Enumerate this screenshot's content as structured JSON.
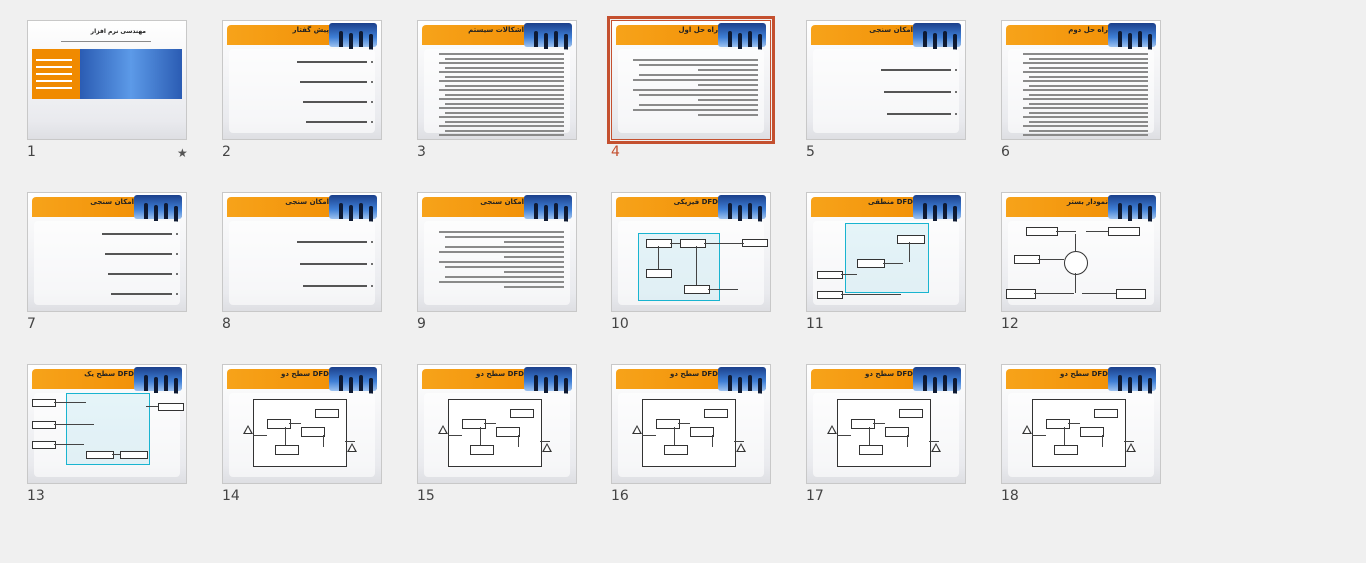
{
  "slides": [
    {
      "number": "1",
      "title": "مهندسی نرم افزار",
      "starred": true,
      "kind": "title"
    },
    {
      "number": "2",
      "title": "پیش گفتار",
      "kind": "bullets4"
    },
    {
      "number": "3",
      "title": "اشکالات سیستم",
      "kind": "text"
    },
    {
      "number": "4",
      "title": "راه حل اول",
      "kind": "text-short",
      "selected": true
    },
    {
      "number": "5",
      "title": "امکان سنجی",
      "kind": "bullets3"
    },
    {
      "number": "6",
      "title": "راه حل دوم",
      "kind": "text"
    },
    {
      "number": "7",
      "title": "امکان سنجی",
      "kind": "bullets4"
    },
    {
      "number": "8",
      "title": "امکان سنجی",
      "kind": "bullets3"
    },
    {
      "number": "9",
      "title": "امکان سنجی",
      "kind": "text-short"
    },
    {
      "number": "10",
      "title": "DFD فیزیکی",
      "kind": "dfd-a"
    },
    {
      "number": "11",
      "title": "DFD منطقی",
      "kind": "dfd-b"
    },
    {
      "number": "12",
      "title": "نمودار بستر",
      "kind": "context"
    },
    {
      "number": "13",
      "title": "DFD سطح یک",
      "kind": "dfd-c"
    },
    {
      "number": "14",
      "title": "DFD سطح دو",
      "kind": "dfd-d"
    },
    {
      "number": "15",
      "title": "DFD سطح دو",
      "kind": "dfd-d"
    },
    {
      "number": "16",
      "title": "DFD سطح دو",
      "kind": "dfd-d"
    },
    {
      "number": "17",
      "title": "DFD سطح دو",
      "kind": "dfd-d"
    },
    {
      "number": "18",
      "title": "DFD سطح دو",
      "kind": "dfd-d"
    }
  ],
  "star_glyph": "★",
  "colors": {
    "selection": "#c4502f",
    "title_bar": "#f08a00",
    "highlight": "#19b4d0"
  }
}
